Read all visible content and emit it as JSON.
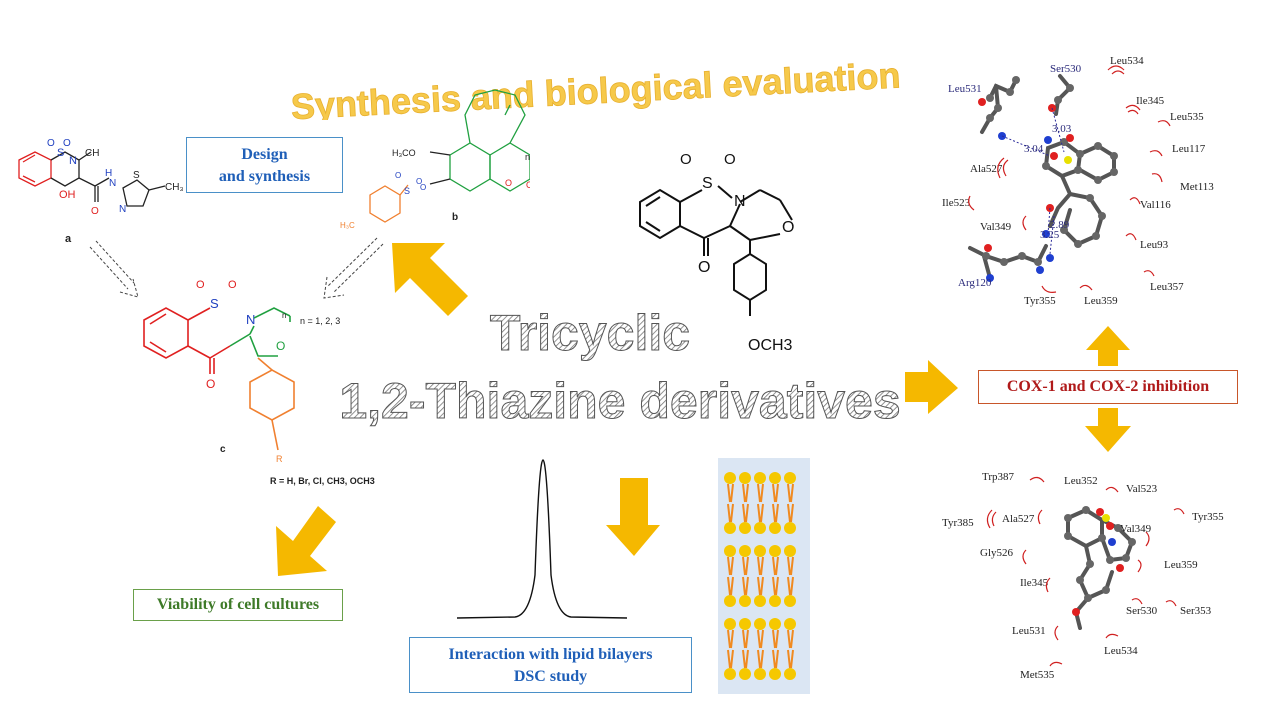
{
  "headline": "Synthesis and biological evaluation",
  "center_title": {
    "line1": "Tricyclic",
    "line2": "1,2-Thiazine derivatives"
  },
  "boxes": {
    "design": {
      "line1": "Design",
      "line2": "and synthesis"
    },
    "cox": "COX-1 and COX-2 inhibition",
    "viability": "Viability of cell cultures",
    "lipid": {
      "line1": "Interaction with lipid bilayers",
      "line2": "DSC study"
    }
  },
  "structures": {
    "a_label": "a",
    "b_label": "b",
    "c_label": "c",
    "n_range": "n = 1, 2, 3",
    "r_groups": "R = H, Br, Cl, CH3, OCH3",
    "main_substituent": "OCH3"
  },
  "residues_top": [
    "Ser530",
    "Leu534",
    "Leu531",
    "Ile345",
    "Leu535",
    "Leu117",
    "Ala527",
    "Met113",
    "Ile523",
    "Val116",
    "Val349",
    "Leu93",
    "Arg120",
    "Tyr355",
    "Leu359",
    "Leu357"
  ],
  "distances_top": [
    "3.03",
    "3.04",
    "2.89",
    "3.25"
  ],
  "residues_bottom": [
    "Trp387",
    "Leu352",
    "Val523",
    "Tyr385",
    "Ala527",
    "Val349",
    "Tyr355",
    "Gly526",
    "Leu359",
    "Ile345",
    "Ser530",
    "Ser353",
    "Leu531",
    "Leu534",
    "Met535"
  ],
  "colors": {
    "arrow": "#f5b800",
    "headline": "#f6c94a",
    "design_border": "#4a90c8",
    "design_text": "#1f5fb8",
    "cox_border": "#c8562a",
    "cox_text": "#b01a1a",
    "viability_border": "#6aa04a",
    "viability_text": "#3e7a28",
    "lipid_border": "#4a90c8",
    "lipid_text": "#1f5fb8"
  }
}
